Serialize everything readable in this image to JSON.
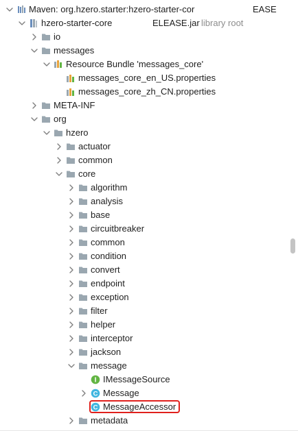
{
  "tree": {
    "rows": [
      {
        "label": "Maven: org.hzero.starter:hzero-starter-cor",
        "suffix": "EASE",
        "icon": "maven-library-icon",
        "expanded": true,
        "indent": 0
      },
      {
        "label": "hzero-starter-core",
        "suffix": "ELEASE.jar",
        "secondary": "library root",
        "icon": "jar-icon",
        "expanded": true,
        "indent": 1
      },
      {
        "label": "io",
        "icon": "folder-icon",
        "expanded": false,
        "indent": 2
      },
      {
        "label": "messages",
        "icon": "folder-icon",
        "expanded": true,
        "indent": 2
      },
      {
        "label": "Resource Bundle 'messages_core'",
        "icon": "resource-bundle-icon",
        "expanded": true,
        "indent": 3
      },
      {
        "label": "messages_core_en_US.properties",
        "icon": "properties-file-icon",
        "indent": 4
      },
      {
        "label": "messages_core_zh_CN.properties",
        "icon": "properties-file-icon",
        "indent": 4
      },
      {
        "label": "META-INF",
        "icon": "folder-icon",
        "expanded": false,
        "indent": 2
      },
      {
        "label": "org",
        "icon": "folder-icon",
        "expanded": true,
        "indent": 2
      },
      {
        "label": "hzero",
        "icon": "folder-icon",
        "expanded": true,
        "indent": 3
      },
      {
        "label": "actuator",
        "icon": "folder-icon",
        "expanded": false,
        "indent": 4
      },
      {
        "label": "common",
        "icon": "folder-icon",
        "expanded": false,
        "indent": 4
      },
      {
        "label": "core",
        "icon": "folder-icon",
        "expanded": true,
        "indent": 4
      },
      {
        "label": "algorithm",
        "icon": "folder-icon",
        "expanded": false,
        "indent": 5
      },
      {
        "label": "analysis",
        "icon": "folder-icon",
        "expanded": false,
        "indent": 5
      },
      {
        "label": "base",
        "icon": "folder-icon",
        "expanded": false,
        "indent": 5
      },
      {
        "label": "circuitbreaker",
        "icon": "folder-icon",
        "expanded": false,
        "indent": 5
      },
      {
        "label": "common",
        "icon": "folder-icon",
        "expanded": false,
        "indent": 5
      },
      {
        "label": "condition",
        "icon": "folder-icon",
        "expanded": false,
        "indent": 5
      },
      {
        "label": "convert",
        "icon": "folder-icon",
        "expanded": false,
        "indent": 5
      },
      {
        "label": "endpoint",
        "icon": "folder-icon",
        "expanded": false,
        "indent": 5
      },
      {
        "label": "exception",
        "icon": "folder-icon",
        "expanded": false,
        "indent": 5
      },
      {
        "label": "filter",
        "icon": "folder-icon",
        "expanded": false,
        "indent": 5
      },
      {
        "label": "helper",
        "icon": "folder-icon",
        "expanded": false,
        "indent": 5
      },
      {
        "label": "interceptor",
        "icon": "folder-icon",
        "expanded": false,
        "indent": 5
      },
      {
        "label": "jackson",
        "icon": "folder-icon",
        "expanded": false,
        "indent": 5
      },
      {
        "label": "message",
        "icon": "folder-icon",
        "expanded": true,
        "indent": 5
      },
      {
        "label": "IMessageSource",
        "icon": "interface-class-icon",
        "indent": 6
      },
      {
        "label": "Message",
        "icon": "class-icon",
        "expanded": false,
        "indent": 6
      },
      {
        "label": "MessageAccessor",
        "icon": "class-icon",
        "indent": 6,
        "highlighted": true
      },
      {
        "label": "metadata",
        "icon": "folder-icon",
        "expanded": false,
        "indent": 5
      }
    ]
  },
  "colors": {
    "folder": "#9aa7b0",
    "arrow": "#7f7f7f",
    "interface": "#62b543",
    "class": "#40b6e0",
    "highlight_border": "#e0201c",
    "library_bars": "#6a8ebd"
  }
}
